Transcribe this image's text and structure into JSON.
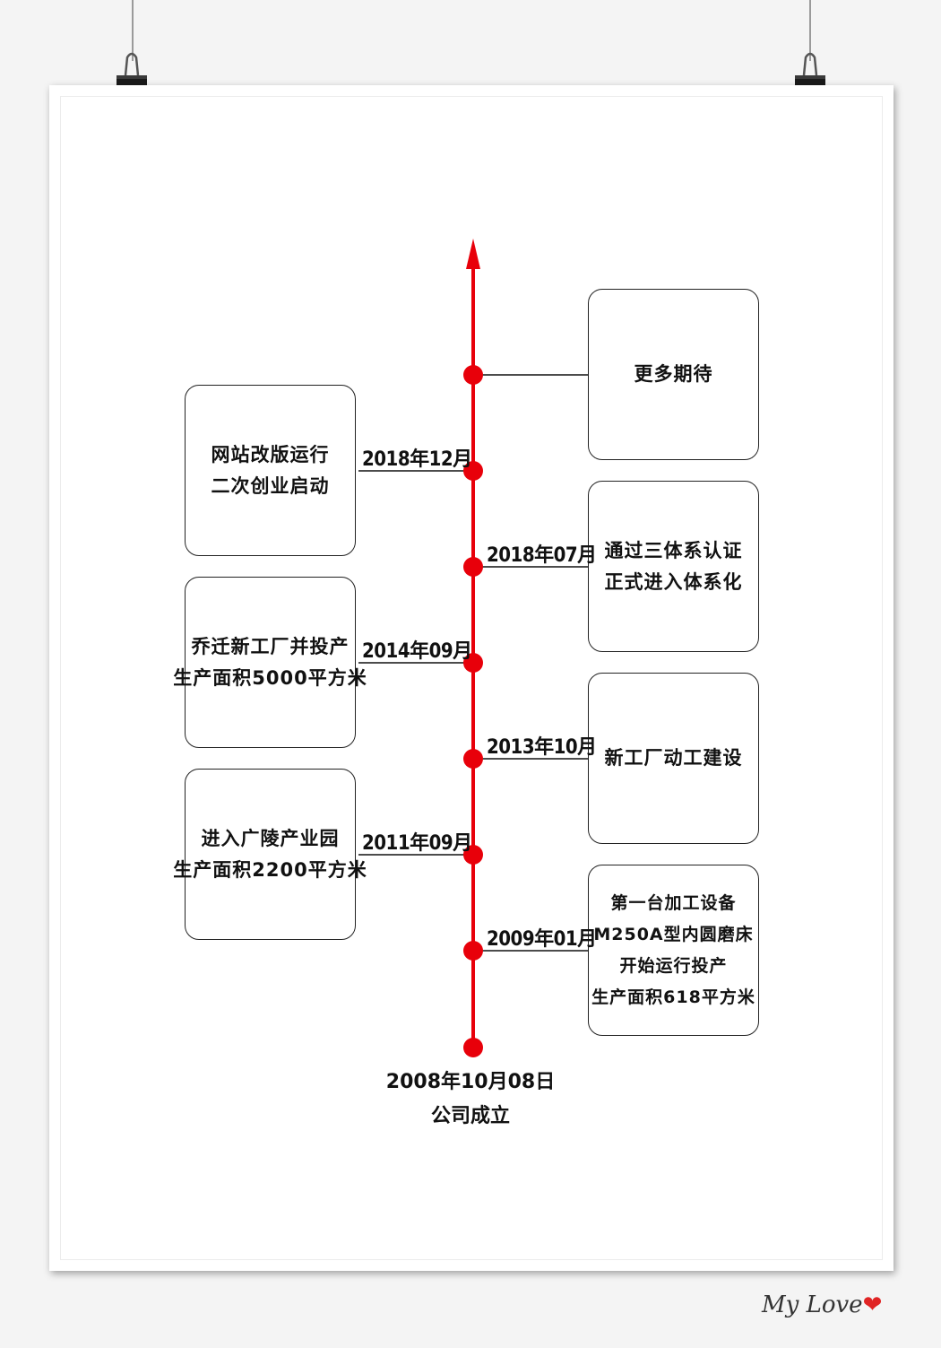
{
  "timeline": {
    "founding": {
      "date": "2008年10月08日",
      "label": "公司成立"
    },
    "events_left": [
      {
        "date": "2018年12月",
        "lines": [
          "网站改版运行",
          "二次创业启动"
        ]
      },
      {
        "date": "2014年09月",
        "lines": [
          "乔迁新工厂并投产",
          "生产面积5000平方米"
        ]
      },
      {
        "date": "2011年09月",
        "lines": [
          "进入广陵产业园",
          "生产面积2200平方米"
        ]
      }
    ],
    "events_right": [
      {
        "date": "",
        "lines": [
          "更多期待"
        ]
      },
      {
        "date": "2018年07月",
        "lines": [
          "通过三体系认证",
          "正式进入体系化"
        ]
      },
      {
        "date": "2013年10月",
        "lines": [
          "新工厂动工建设"
        ]
      },
      {
        "date": "2009年01月",
        "lines": [
          "第一台加工设备",
          "M250A型内圆磨床",
          "开始运行投产",
          "生产面积618平方米"
        ]
      }
    ]
  },
  "colors": {
    "axis": "#e8000a",
    "text": "#111111",
    "box_border": "#222222"
  },
  "signature": {
    "text": "My Love",
    "icon": "heart-icon"
  }
}
